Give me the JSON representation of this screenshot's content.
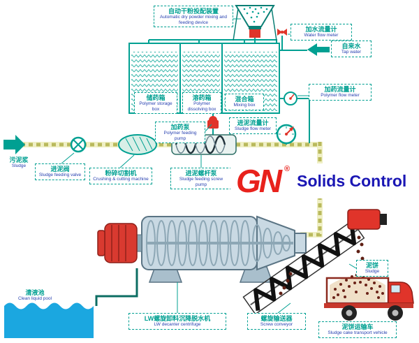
{
  "logo": {
    "gn": "GN",
    "reg": "®",
    "name": "Solids Control"
  },
  "labels": {
    "dry_powder": {
      "zh": "自动干粉投配装置",
      "en": "Automatic dry powder mixing and feeding device"
    },
    "water_flow_meter": {
      "zh": "加水流量计",
      "en": "Water flow meter"
    },
    "tap_water": {
      "zh": "自来水",
      "en": "Tap water"
    },
    "polymer_storage": {
      "zh": "储药箱",
      "en": "Polymer storage box"
    },
    "polymer_dissolving": {
      "zh": "溶药箱",
      "en": "Polymer dissolving box"
    },
    "mixing_box": {
      "zh": "混合箱",
      "en": "Mixing box"
    },
    "polymer_flow_meter": {
      "zh": "加药流量计",
      "en": "Polymer flow meter"
    },
    "polymer_pump": {
      "zh": "加药泵",
      "en": "Polymer feeding pump"
    },
    "sludge_flow_meter": {
      "zh": "进泥流量计",
      "en": "Sludge flow meter"
    },
    "sludge_in": {
      "zh": "污泥浆",
      "en": "Sludge"
    },
    "sludge_valve": {
      "zh": "进泥阀",
      "en": "Sludge feeding valve"
    },
    "crusher": {
      "zh": "粉碎切割机",
      "en": "Crushing & cutting machine"
    },
    "screw_pump": {
      "zh": "进泥螺杆泵",
      "en": "Sludge feeding screw pump"
    },
    "decanter": {
      "zh": "LW螺旋卸料沉降脱水机",
      "en": "LW decanter centrifuge"
    },
    "clean_pool": {
      "zh": "清液池",
      "en": "Clean liquid pool"
    },
    "screw_conveyor": {
      "zh": "螺旋输送器",
      "en": "Screw conveyor"
    },
    "sludge_cake": {
      "zh": "泥饼",
      "en": "Sludge"
    },
    "truck": {
      "zh": "泥饼运输车",
      "en": "Sludge cake transport vehicle"
    }
  },
  "colors": {
    "teal": "#00a092",
    "label_text_en": "#2740b0",
    "pipe_khaki": "#b9b95c",
    "red": "#e0342a",
    "logo_red": "#e8221c",
    "logo_blue": "#1a16b4",
    "pool_blue": "#1ba7e0",
    "machine_grey": "#c9d9e3",
    "conveyor_black": "#111111"
  }
}
